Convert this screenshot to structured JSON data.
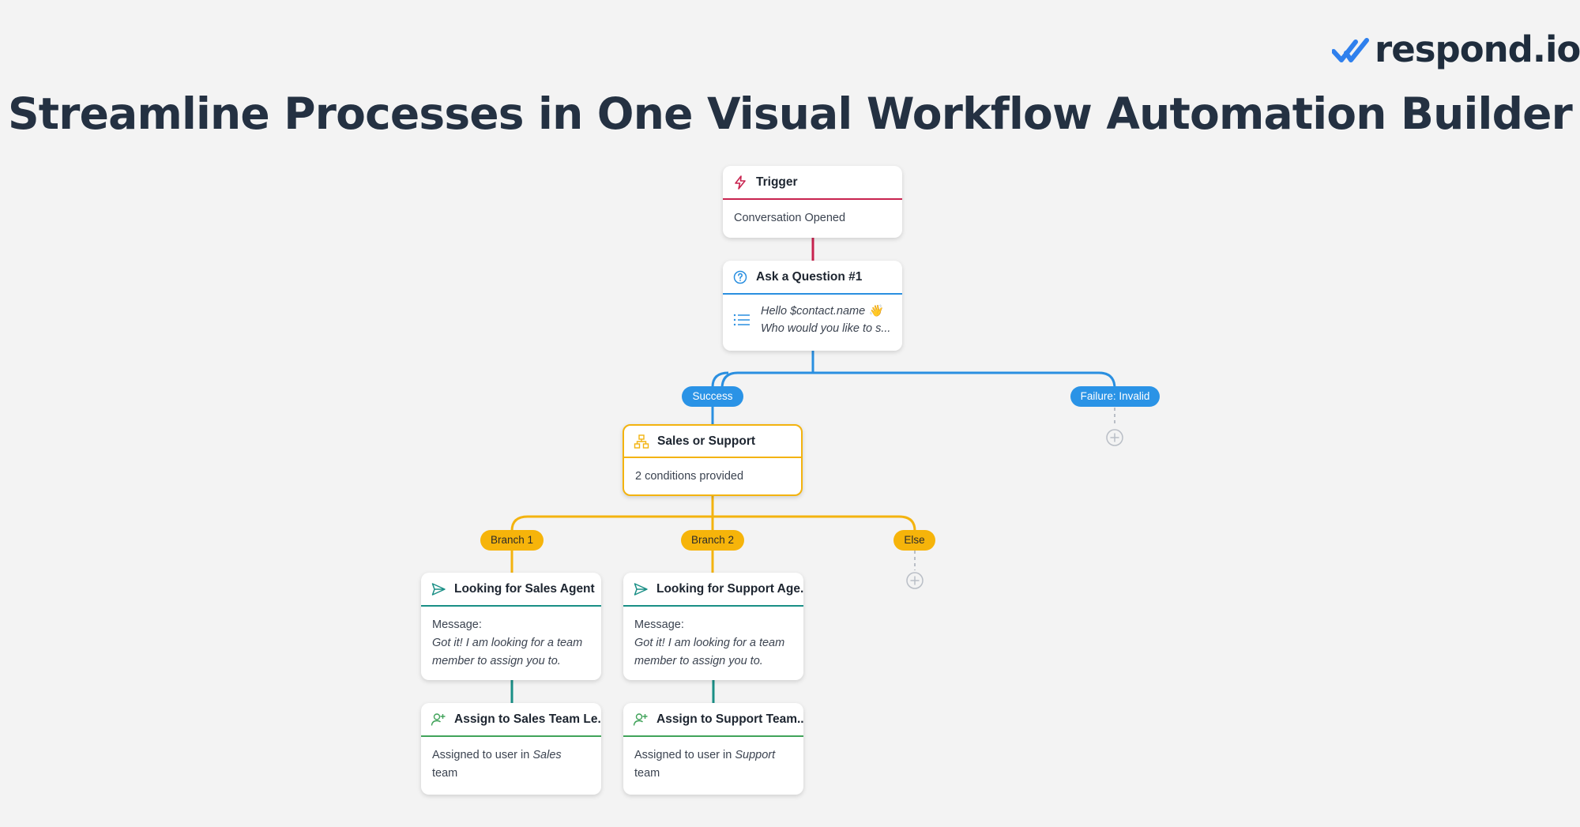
{
  "brand": {
    "name": "respond.io",
    "color": "#1f2d3d",
    "check_color": "#2f80ed"
  },
  "headline": "Streamline Processes in One Visual Workflow Automation Builder",
  "colors": {
    "trigger": "#c8234f",
    "question": "#2a8fe0",
    "branch": "#f3b30f",
    "message": "#1a8f86",
    "assign": "#41a35a"
  },
  "nodes": {
    "trigger": {
      "title": "Trigger",
      "body": "Conversation Opened",
      "icon": "lightning-icon"
    },
    "question": {
      "title": "Ask a Question #1",
      "line1": "Hello $contact.name 👋",
      "line2": "Who would you like to s...",
      "icon": "question-circle-icon",
      "body_icon": "list-icon"
    },
    "branch": {
      "title": "Sales or Support",
      "body": "2 conditions provided",
      "icon": "hierarchy-icon"
    },
    "sales_msg": {
      "title": "Looking for Sales Agent",
      "label": "Message:",
      "text": "Got it! I am looking for a team member to assign you to.",
      "icon": "send-icon"
    },
    "support_msg": {
      "title": "Looking for Support Age...",
      "label": "Message:",
      "text": "Got it! I am looking for a team member to assign you to.",
      "icon": "send-icon"
    },
    "sales_assign": {
      "title": "Assign to Sales Team Le...",
      "prefix": "Assigned to user in ",
      "team": "Sales",
      "suffix": "team",
      "icon": "user-plus-icon"
    },
    "support_assign": {
      "title": "Assign to Support Team...",
      "prefix": "Assigned to user in ",
      "team": "Support",
      "suffix": "team",
      "icon": "user-plus-icon"
    }
  },
  "pills": {
    "success": "Success",
    "failure": "Failure: Invalid",
    "branch1": "Branch 1",
    "branch2": "Branch 2",
    "else": "Else"
  }
}
